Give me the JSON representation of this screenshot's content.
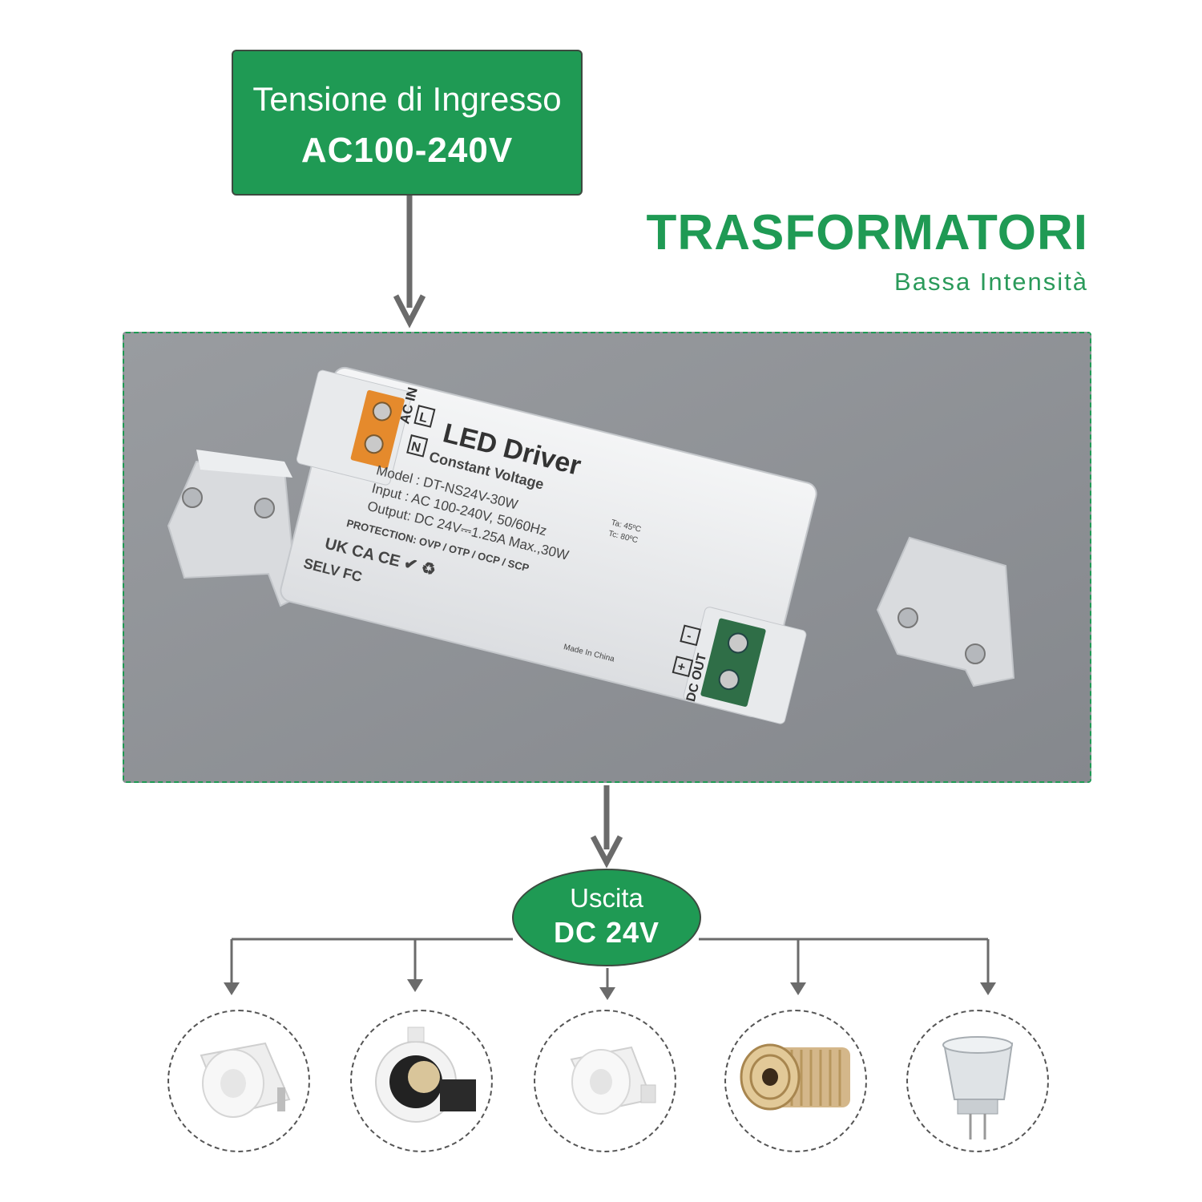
{
  "input": {
    "line1": "Tensione di Ingresso",
    "line2": "AC100-240V"
  },
  "header": {
    "title": "TRASFORMATORI",
    "subtitle": "Bassa Intensità"
  },
  "driver": {
    "label_title": "LED Driver",
    "label_subtitle": "Constant Voltage",
    "ac_in": "AC IN",
    "terminal_l": "L",
    "terminal_n": "N",
    "model": "Model : DT-NS24V-30W",
    "input": "Input   : AC 100-240V,  50/60Hz",
    "output": "Output: DC 24V⎓1.25A Max.,30W",
    "protection": "PROTECTION: OVP / OTP / OCP / SCP",
    "ta": "Ta: 45ºC",
    "tc": "Tc: 80ºC",
    "marks": "UK CA  CE ✔ ♻",
    "selv": "SELV FC",
    "made_in": "Made In China",
    "dc_out": "DC OUT",
    "minus": "-",
    "plus": "+"
  },
  "output": {
    "line1": "Uscita",
    "line2": "DC 24V"
  },
  "colors": {
    "brand_green": "#1f9a54",
    "arrow_gray": "#6b6b6b",
    "photo_bg": "#8e9196"
  }
}
